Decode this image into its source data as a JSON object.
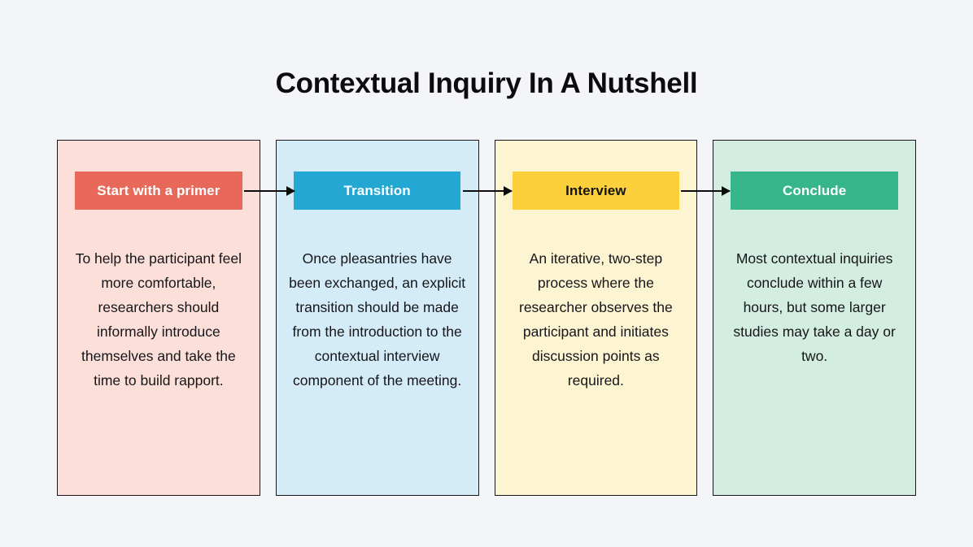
{
  "page": {
    "title": "Contextual Inquiry In A Nutshell",
    "background_color": "#f4f5f8"
  },
  "colors": {
    "card1_bg": "#fcdfd8",
    "card1_header_bg": "#e8685a",
    "card1_header_text": "#ffffff",
    "card2_bg": "#d4ecf8",
    "card2_header_bg": "#23a8d4",
    "card2_header_text": "#ffffff",
    "card3_bg": "#fdf4d2",
    "card3_header_bg": "#fbd03a",
    "card3_header_text": "#141414",
    "card4_bg": "#d4ede1",
    "card4_header_bg": "#36b68a",
    "card4_header_text": "#ffffff",
    "card_border": "#17171c",
    "arrow": "#0c0c0c",
    "body_text": "#16161a"
  },
  "steps": [
    {
      "id": "start-with-a-primer",
      "label": "Start with a primer",
      "body": "To help the participant feel more comfortable, researchers should informally introduce themselves and take the time to build rapport."
    },
    {
      "id": "transition",
      "label": "Transition",
      "body": "Once pleasantries have been exchanged, an explicit transition should be made from the introduction to the contextual interview component of the meeting."
    },
    {
      "id": "interview",
      "label": "Interview",
      "body": "An iterative, two-step process where the researcher observes the participant and initiates discussion points as required."
    },
    {
      "id": "conclude",
      "label": "Conclude",
      "body": "Most contextual inquiries conclude within a few hours, but some larger studies may take a day or two."
    }
  ],
  "connectors": [
    {
      "id": "arrow-1",
      "icon": "arrow-right-icon",
      "from": "start-with-a-primer",
      "to": "transition"
    },
    {
      "id": "arrow-2",
      "icon": "arrow-right-icon",
      "from": "transition",
      "to": "interview"
    },
    {
      "id": "arrow-3",
      "icon": "arrow-right-icon",
      "from": "interview",
      "to": "conclude"
    }
  ]
}
